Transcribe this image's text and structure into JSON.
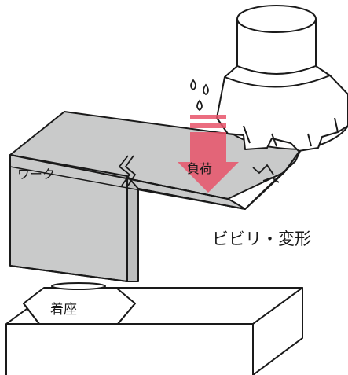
{
  "labels": {
    "workpiece": "ワーク",
    "seat": "着座",
    "load": "負荷",
    "chatter": "ビビリ・変形"
  },
  "colors": {
    "workpiece_fill": "#c9caca",
    "load_arrow": "#e8546a",
    "outline": "#1a1a1a"
  },
  "icons": [
    "milling-cutter",
    "coolant-drops",
    "crack-mark",
    "load-arrow"
  ]
}
